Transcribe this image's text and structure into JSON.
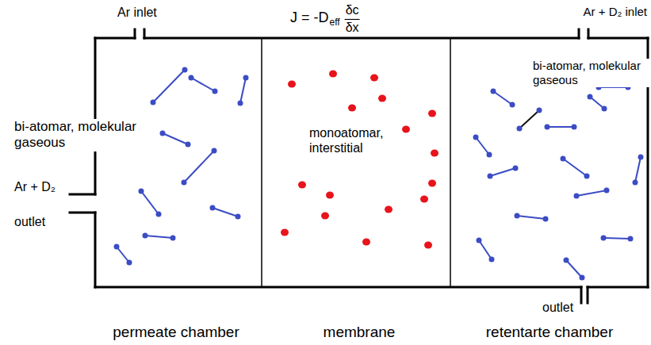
{
  "diagram": {
    "nodes": [
      {
        "text": [
          "bi-atomar, molekular gaseous",
          "permeate chamber"
        ]
      },
      {
        "text": [
          "monoatomar, interstitial",
          "membrane"
        ]
      },
      {
        "text": [
          "bi-atomar, molekular gaseous",
          "retentarte chamber"
        ]
      }
    ],
    "labels": [
      "J = -D",
      "eff",
      "δc",
      "δx",
      "Ar inlet",
      "Ar + D₂ inlet",
      "Ar + D₂",
      "outlet",
      "outlet"
    ]
  }
}
